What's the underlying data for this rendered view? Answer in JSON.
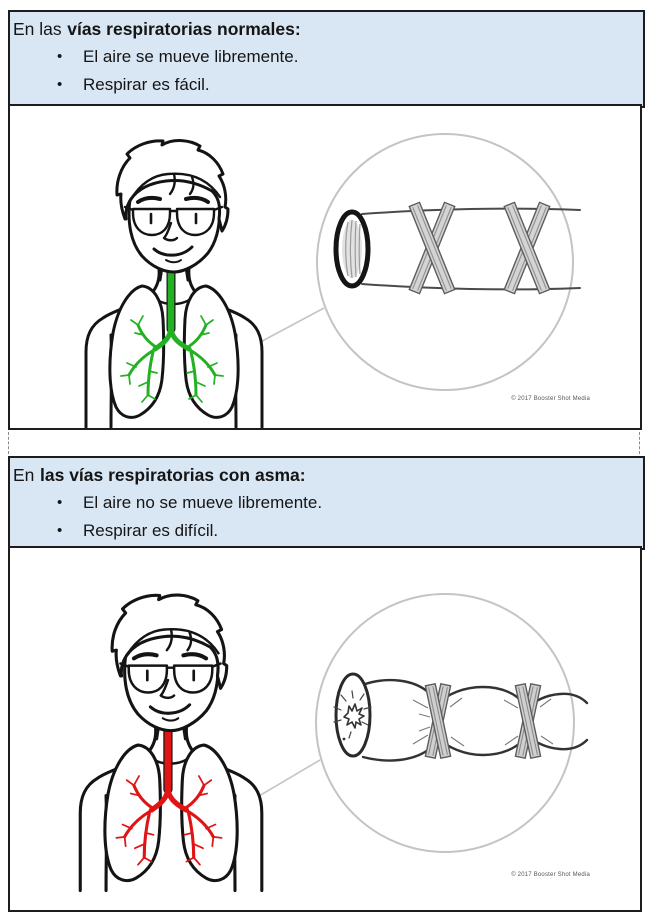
{
  "colors": {
    "header_bg": "#d9e7f5",
    "panel_border": "#1d1d1d",
    "normal_airway": "#23b123",
    "asthma_airway": "#e01414",
    "magnifier_stroke": "#c4c4c4"
  },
  "panels": [
    {
      "name": "vias-normales",
      "header": {
        "regular": "En las",
        "bold": "vías respiratorias normales:"
      },
      "bullets": [
        "El aire se mueve libremente.",
        "Respirar es fácil."
      ],
      "bullet_char": "•",
      "copyright": "© 2017 Booster Shot Media"
    },
    {
      "name": "vias-con-asma",
      "header": {
        "regular": "En",
        "bold": "las vías respiratorias con asma:"
      },
      "bullets": [
        "El aire no se mueve libremente.",
        "Respirar es difícil."
      ],
      "bullet_char": "•",
      "copyright": "© 2017 Booster Shot Media"
    }
  ]
}
